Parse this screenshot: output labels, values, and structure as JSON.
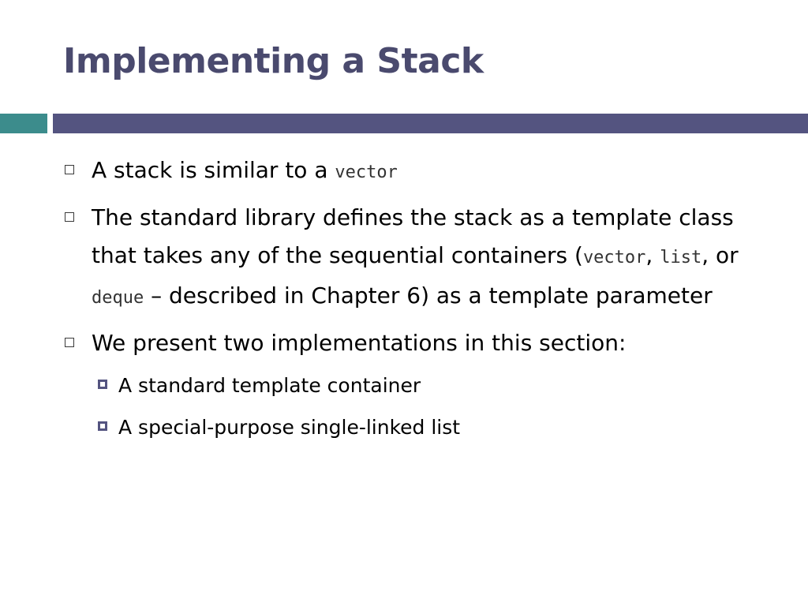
{
  "slide": {
    "title": "Implementing a Stack",
    "accent_colors": {
      "title": "#4a4a6e",
      "rule_left": "#3c8c8c",
      "rule_right": "#545480",
      "sub_bullet": "#545480"
    },
    "bullets": [
      {
        "marker_icon": "hollow-square-bullet-icon",
        "segments": [
          {
            "text": "A stack is similar to a ",
            "code": false
          },
          {
            "text": "vector",
            "code": true
          }
        ]
      },
      {
        "marker_icon": "hollow-square-bullet-icon",
        "segments": [
          {
            "text": "The standard library defines the stack as a template class that takes any of the sequential containers (",
            "code": false
          },
          {
            "text": "vector",
            "code": true
          },
          {
            "text": ", ",
            "code": false
          },
          {
            "text": "list",
            "code": true
          },
          {
            "text": ", or ",
            "code": false
          },
          {
            "text": "deque",
            "code": true
          },
          {
            "text": " – described in Chapter 6) as a template parameter",
            "code": false
          }
        ]
      },
      {
        "marker_icon": "hollow-square-bullet-icon",
        "segments": [
          {
            "text": "We present two implementations in this section:",
            "code": false
          }
        ]
      }
    ],
    "sub_bullets": [
      {
        "marker_icon": "filled-square-bullet-icon",
        "text": "A standard template container"
      },
      {
        "marker_icon": "filled-square-bullet-icon",
        "text": "A special-purpose single-linked list"
      }
    ]
  }
}
